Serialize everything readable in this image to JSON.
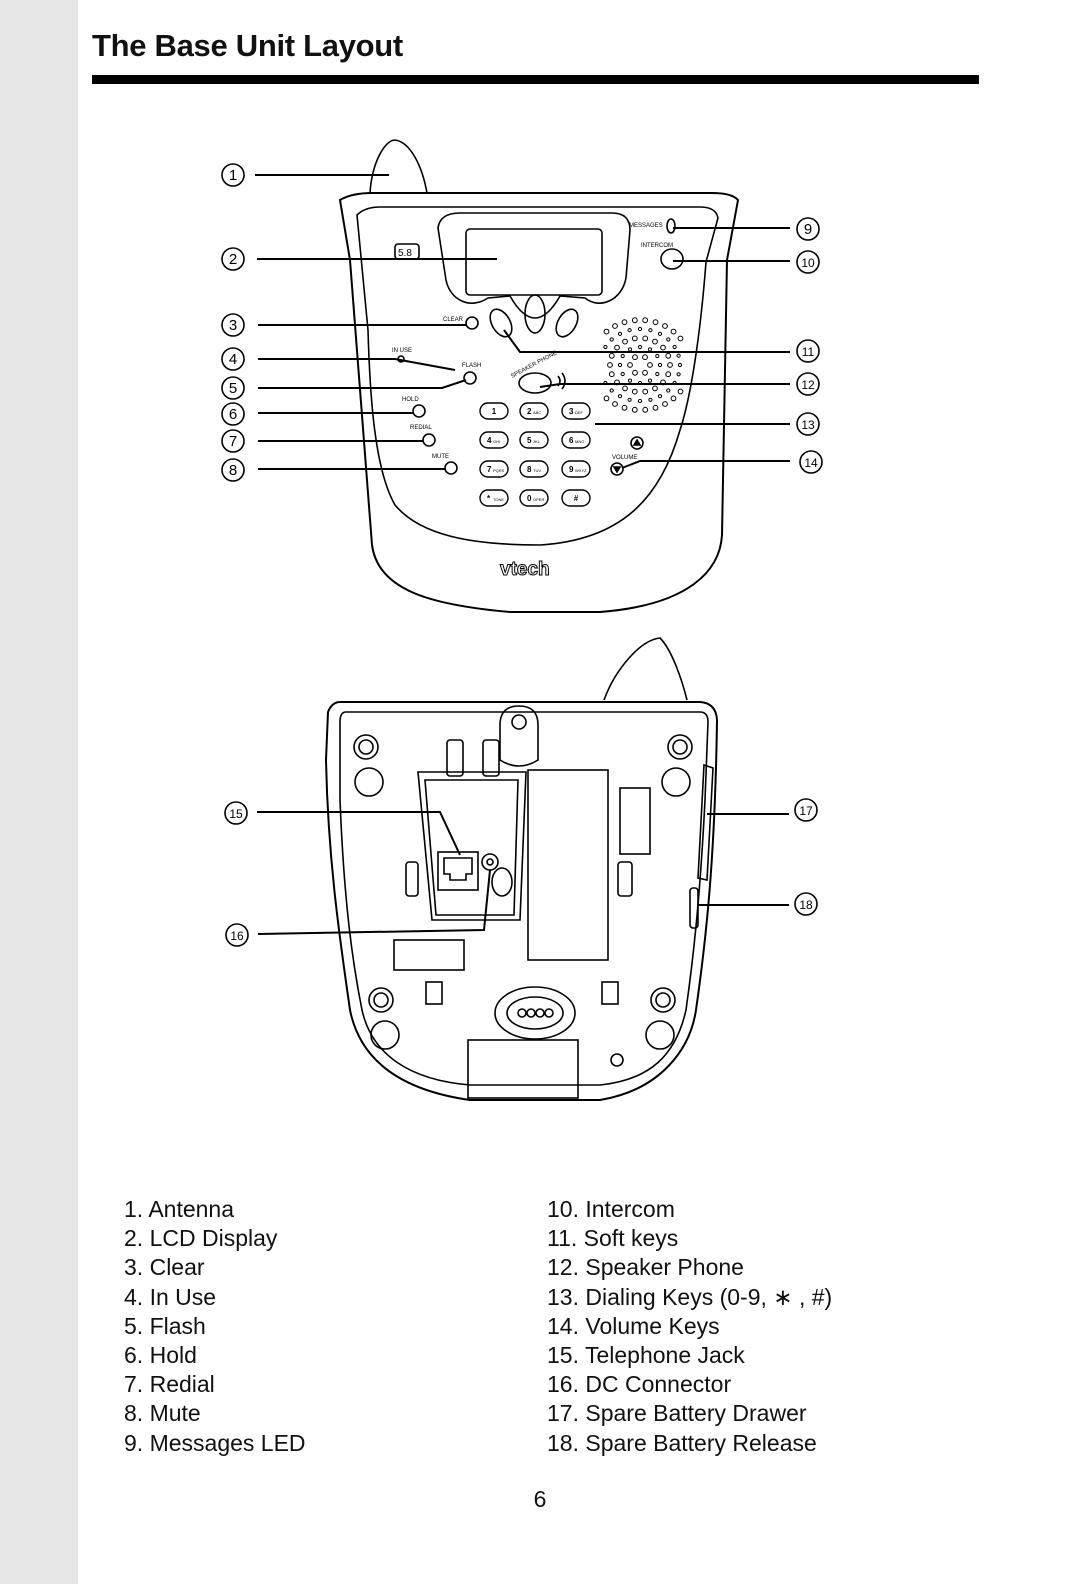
{
  "page": {
    "title": "The Base Unit Layout",
    "page_number": "6"
  },
  "callouts": [
    "1",
    "2",
    "3",
    "4",
    "5",
    "6",
    "7",
    "8",
    "9",
    "10",
    "11",
    "12",
    "13",
    "14",
    "15",
    "16",
    "17",
    "18"
  ],
  "phone_labels": {
    "messages": "MESSAGES",
    "intercom": "INTERCOM",
    "clear": "CLEAR",
    "in_use": "IN USE",
    "flash": "FLASH",
    "speaker_phone": "SPEAKER PHONE",
    "hold": "HOLD",
    "redial": "REDIAL",
    "mute": "MUTE",
    "volume": "VOLUME",
    "brand": "vtech",
    "band": "5.8"
  },
  "keypad": [
    {
      "digit": "1",
      "letters": ""
    },
    {
      "digit": "2",
      "letters": "ABC"
    },
    {
      "digit": "3",
      "letters": "DEF"
    },
    {
      "digit": "4",
      "letters": "GHI"
    },
    {
      "digit": "5",
      "letters": "JKL"
    },
    {
      "digit": "6",
      "letters": "MNO"
    },
    {
      "digit": "7",
      "letters": "PQRS"
    },
    {
      "digit": "8",
      "letters": "TUV"
    },
    {
      "digit": "9",
      "letters": "WXYZ"
    },
    {
      "digit": "*",
      "letters": "TONE"
    },
    {
      "digit": "0",
      "letters": "OPER"
    },
    {
      "digit": "#",
      "letters": ""
    }
  ],
  "legend": {
    "left": [
      {
        "num": "1.",
        "label": "Antenna"
      },
      {
        "num": "2.",
        "label": "LCD Display"
      },
      {
        "num": "3.",
        "label": "Clear"
      },
      {
        "num": "4.",
        "label": "In Use"
      },
      {
        "num": "5.",
        "label": "Flash"
      },
      {
        "num": "6.",
        "label": "Hold"
      },
      {
        "num": "7.",
        "label": "Redial"
      },
      {
        "num": "8.",
        "label": "Mute"
      },
      {
        "num": "9.",
        "label": "Messages LED"
      }
    ],
    "right": [
      {
        "num": "10.",
        "label": "Intercom"
      },
      {
        "num": "11.",
        "label": "Soft keys"
      },
      {
        "num": "12.",
        "label": "Speaker Phone"
      },
      {
        "num": "13.",
        "label": "Dialing Keys (0-9, ∗ , #)"
      },
      {
        "num": "14.",
        "label": "Volume Keys"
      },
      {
        "num": "15.",
        "label": "Telephone Jack"
      },
      {
        "num": "16.",
        "label": "DC Connector"
      },
      {
        "num": "17.",
        "label": "Spare Battery Drawer"
      },
      {
        "num": "18.",
        "label": "Spare Battery Release"
      }
    ]
  }
}
